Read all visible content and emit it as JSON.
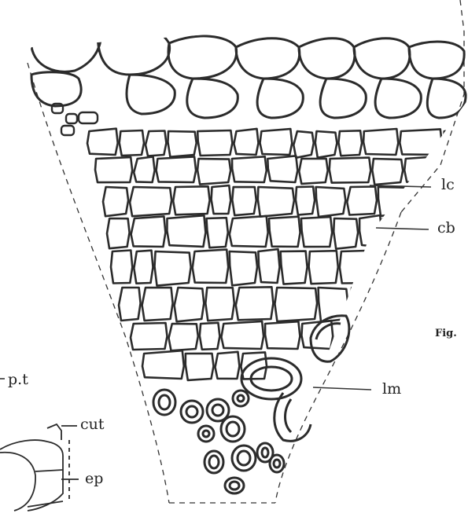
{
  "figure": {
    "labels": {
      "lc": "lc",
      "cb": "cb",
      "lm": "lm",
      "pt": "p.t",
      "cut": "cut",
      "ep": "ep",
      "fig": "Fig."
    },
    "colors": {
      "ink": "#222222",
      "background": "#ffffff"
    }
  }
}
